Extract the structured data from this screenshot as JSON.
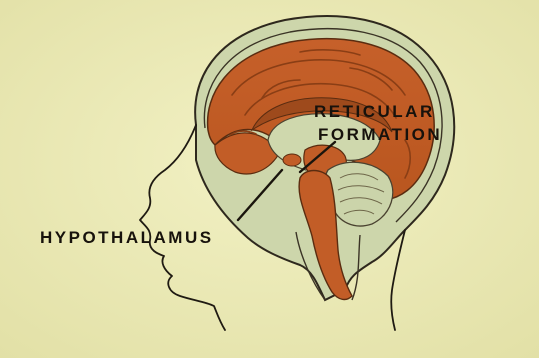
{
  "labels": {
    "reticular_formation": [
      "RETICULAR",
      "FORMATION"
    ],
    "hypothalamus": "HYPOTHALAMUS"
  },
  "colors": {
    "background": "#eeedb9",
    "skull_fill": "#d2dab0",
    "brain_orange": "#c9632a",
    "brain_dark": "#9e4a1c",
    "inner_pale": "#cfd8ad",
    "outline": "#2a241b",
    "text": "#17120c"
  }
}
